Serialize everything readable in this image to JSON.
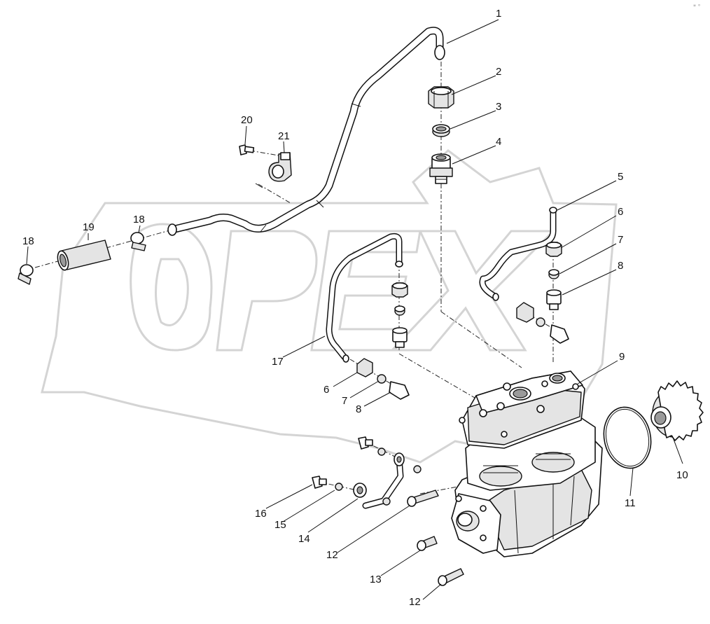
{
  "diagram": {
    "watermark_text": "OPEX",
    "corner_mark": "* °",
    "callouts": [
      "1",
      "2",
      "3",
      "4",
      "5",
      "6",
      "7",
      "8",
      "9",
      "10",
      "11",
      "12",
      "13",
      "14",
      "15",
      "16",
      "17",
      "18",
      "19",
      "20",
      "21"
    ],
    "callouts_repeat": {
      "six_b": "6",
      "seven_b": "7",
      "eight_b": "8",
      "twelve_b": "12",
      "eighteen_b": "18"
    },
    "parts": [
      "pipe-1",
      "nut-2",
      "seal-ring-3",
      "fitting-4",
      "pipe-5",
      "nut-6",
      "seal-ring-7",
      "fitting-8",
      "compressor-9",
      "gear-10",
      "o-ring-11",
      "bolt-12",
      "bolt-13",
      "banjo-pipe-14",
      "washer-15",
      "banjo-bolt-16",
      "pipe-17",
      "hose-clamp-18",
      "hose-19",
      "bolt-20",
      "clip-21"
    ],
    "colors": {
      "line": "#111111",
      "fill_light": "#e4e4e4",
      "fill_dark": "#9a9a9a",
      "watermark": "#d4d4d4"
    }
  }
}
